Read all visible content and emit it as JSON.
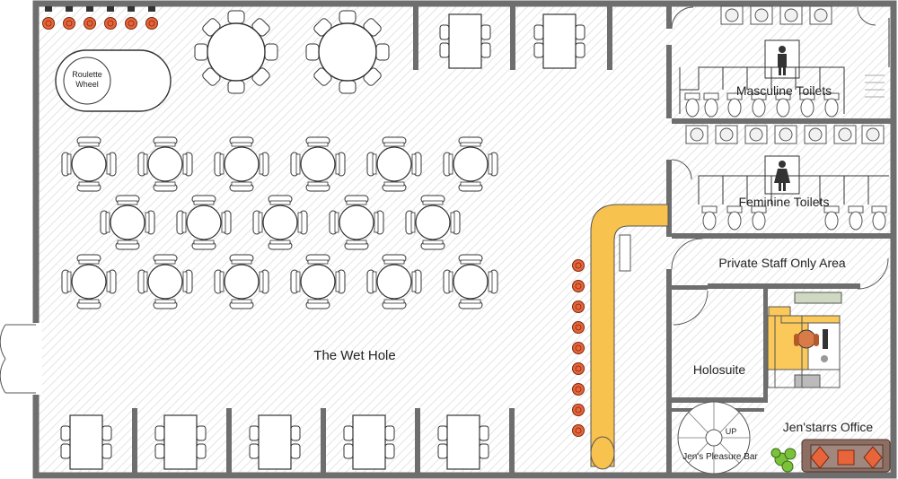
{
  "rooms": {
    "main_hall": "The Wet Hole",
    "masculine_toilets": "Masculine Toilets",
    "feminine_toilets": "Feminine Toilets",
    "staff_area": "Private Staff Only Area",
    "holosuite": "Holosuite",
    "office": "Jen'starrs Office",
    "pleasure_bar": "Jen's Pleasure Bar"
  },
  "fixtures": {
    "roulette_line1": "Roulette",
    "roulette_line2": "Wheel",
    "stairs_label": "UP"
  },
  "colors": {
    "bar_counter": "#f8c24e",
    "stool": "#e8643a",
    "wall": "#6e6e6e",
    "office_desk": "#fbc95a",
    "plant": "#79c23a",
    "sofa": "#8d6e63",
    "cushion": "#e8643a"
  }
}
